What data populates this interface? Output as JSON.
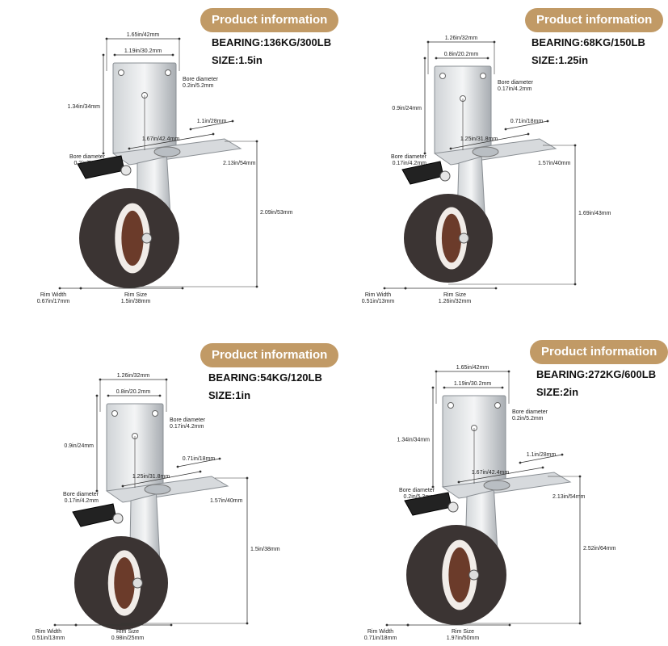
{
  "quadrants": [
    {
      "header": "Product information",
      "bearing": "BEARING:136KG/300LB",
      "size": "SIZE:1.5in",
      "dims": {
        "plate_width": "1.65in/42mm",
        "hole_spacing": "1.19in/30.2mm",
        "plate_height": "1.34in/34mm",
        "bore_top_label": "Bore diameter",
        "bore_top_value": "0.2in/5.2mm",
        "bore_side_label": "Bore diameter",
        "bore_side_value": "0.2in/5.2mm",
        "base_short": "1.1in/28mm",
        "base_long": "1.67in/42.4mm",
        "base_depth": "2.13in/54mm",
        "overall_height": "2.09in/53mm",
        "rim_width_label": "Rim Width",
        "rim_width_value": "0.67in/17mm",
        "rim_size_label": "Rim Size",
        "rim_size_value": "1.5in/38mm"
      }
    },
    {
      "header": "Product information",
      "bearing": "BEARING:68KG/150LB",
      "size": "SIZE:1.25in",
      "dims": {
        "plate_width": "1.26in/32mm",
        "hole_spacing": "0.8in/20.2mm",
        "plate_height": "0.9in/24mm",
        "bore_top_label": "Bore diameter",
        "bore_top_value": "0.17in/4.2mm",
        "bore_side_label": "Bore diameter",
        "bore_side_value": "0.17in/4.2mm",
        "base_short": "0.71in/18mm",
        "base_long": "1.25in/31.8mm",
        "base_depth": "1.57in/40mm",
        "overall_height": "1.69in/43mm",
        "rim_width_label": "Rim Width",
        "rim_width_value": "0.51in/13mm",
        "rim_size_label": "Rim Size",
        "rim_size_value": "1.26in/32mm"
      }
    },
    {
      "header": "Product information",
      "bearing": "BEARING:54KG/120LB",
      "size": "SIZE:1in",
      "dims": {
        "plate_width": "1.26in/32mm",
        "hole_spacing": "0.8in/20.2mm",
        "plate_height": "0.9in/24mm",
        "bore_top_label": "Bore diameter",
        "bore_top_value": "0.17in/4.2mm",
        "bore_side_label": "Bore diameter",
        "bore_side_value": "0.17in/4.2mm",
        "base_short": "0.71in/18mm",
        "base_long": "1.25in/31.8mm",
        "base_depth": "1.57in/40mm",
        "overall_height": "1.5in/38mm",
        "rim_width_label": "Rim Width",
        "rim_width_value": "0.51in/13mm",
        "rim_size_label": "Rim Size",
        "rim_size_value": "0.98in/25mm"
      }
    },
    {
      "header": "Product information",
      "bearing": "BEARING:272KG/600LB",
      "size": "SIZE:2in",
      "dims": {
        "plate_width": "1.65in/42mm",
        "hole_spacing": "1.19in/30.2mm",
        "plate_height": "1.34in/34mm",
        "bore_top_label": "Bore diameter",
        "bore_top_value": "0.2in/5.2mm",
        "bore_side_label": "Bore diameter",
        "bore_side_value": "0.2in/5.2mm",
        "base_short": "1.1in/28mm",
        "base_long": "1.67in/42.4mm",
        "base_depth": "2.13in/54mm",
        "overall_height": "2.52in/64mm",
        "rim_width_label": "Rim Width",
        "rim_width_value": "0.71in/18mm",
        "rim_size_label": "Rim Size",
        "rim_size_value": "1.97in/50mm"
      }
    }
  ]
}
